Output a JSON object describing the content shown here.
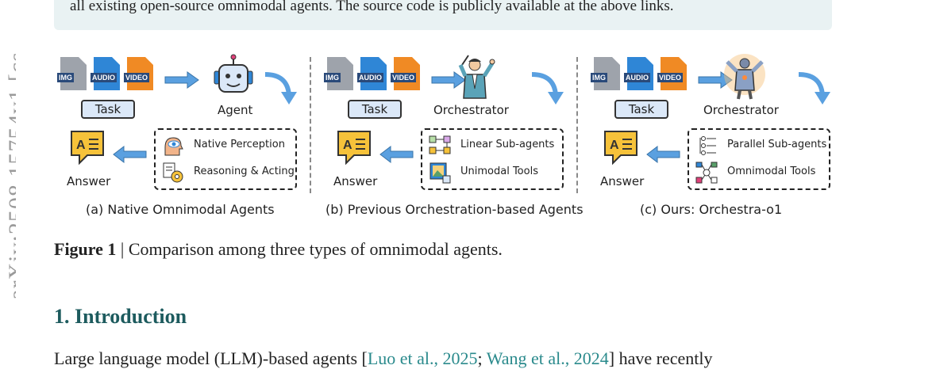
{
  "margin": {
    "arxiv_text": "arXiv:2508.15754v1 [cs"
  },
  "abstract": {
    "last_line": "all existing open-source omnimodal agents. The source code is publicly available at the above links."
  },
  "figure": {
    "file_tags": {
      "img": "IMG",
      "audio": "AUDIO",
      "video": "VIDEO"
    },
    "colors": {
      "img": "#9ea3ab",
      "audio": "#2f86d6",
      "video": "#f08a24",
      "arrow": "#5aa0e0",
      "task_box": "#dbe8f8",
      "answer": "#f6c23a"
    },
    "task_label": "Task",
    "answer_label": "Answer",
    "panels": [
      {
        "role": "Agent",
        "icon": "robot-icon",
        "caps": [
          {
            "icon": "head-eye-icon",
            "label": "Native Perception"
          },
          {
            "icon": "reasoning-tools-icon",
            "label": "Reasoning & Acting"
          }
        ],
        "caption": "(a) Native Omnimodal  Agents"
      },
      {
        "role": "Orchestrator",
        "icon": "conductor-icon",
        "caps": [
          {
            "icon": "linear-flow-icon",
            "label": "Linear Sub-agents"
          },
          {
            "icon": "image-tool-icon",
            "label": "Unimodal Tools"
          }
        ],
        "caption": "(b) Previous Orchestration-based Agents"
      },
      {
        "role": "Orchestrator",
        "icon": "cyber-conductor-icon",
        "caps": [
          {
            "icon": "parallel-flow-icon",
            "label": "Parallel Sub-agents"
          },
          {
            "icon": "multimodal-tools-icon",
            "label": "Omnimodal Tools"
          }
        ],
        "caption": "(c) Ours: Orchestra-o1"
      }
    ]
  },
  "figure_caption": {
    "label": "Figure 1",
    "text": " | Comparison among three types of omnimodal agents."
  },
  "section": {
    "number": "1.",
    "title": "Introduction"
  },
  "body": {
    "start": "Large language model (LLM)-based agents [",
    "ref1": "Luo et al., 2025",
    "sep": "; ",
    "ref2": "Wang et al., 2024",
    "end": "] have recently"
  }
}
